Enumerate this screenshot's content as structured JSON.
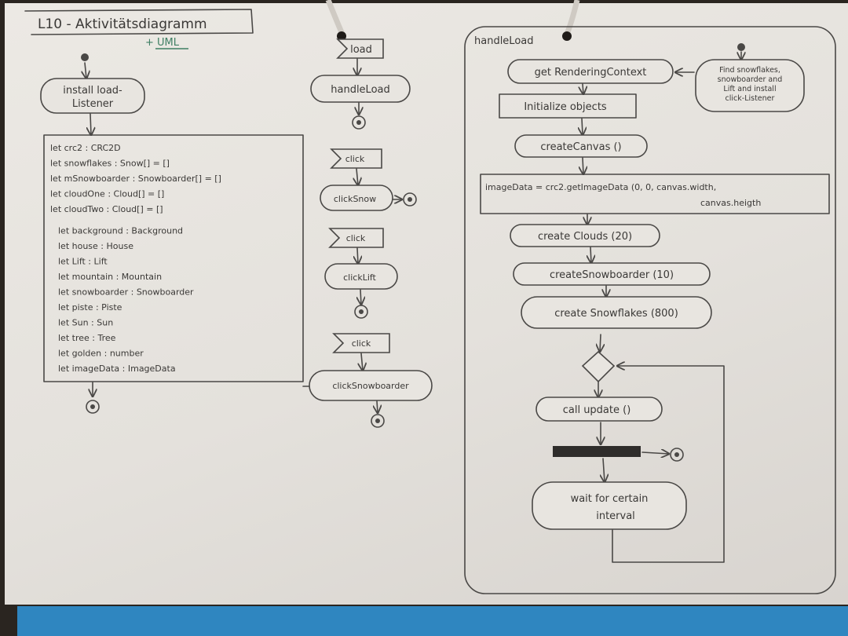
{
  "title": "L10 - Aktivitätsdiagramm",
  "subtitle": "+ UML",
  "left": {
    "install_node": "install load-\nListener",
    "declarations": [
      "let crc2 : CRC2D",
      "let snowflakes : Snow[] = []",
      "let mSnowboarder : Snowboarder[] = []",
      "let cloudOne : Cloud[] = []",
      "let cloudTwo : Cloud[] = []",
      "let background : Background",
      "let house : House",
      "let Lift : Lift",
      "let mountain : Mountain",
      "let snowboarder : Snowboarder",
      "let piste : Piste",
      "let Sun : Sun",
      "let tree : Tree",
      "let golden : number",
      "let imageData : ImageData"
    ]
  },
  "middle": {
    "load_signal": "load",
    "handle_load": "handleLoad",
    "click1_signal": "click",
    "click1_action": "clickSnow",
    "click2_signal": "click",
    "click2_action": "clickLift",
    "click3_signal": "click",
    "click3_action": "clickSnowboarder"
  },
  "right": {
    "frame_label": "handleLoad",
    "get_context": "get RenderingContext",
    "note": "Find snowflakes,\nsnowboarder and\nLift and install\nclick-Listener",
    "init_objects": "Initialize objects",
    "create_canvas": "createCanvas ()",
    "image_data": "imageData = crc2.getImageData (0, 0, canvas.width,",
    "image_data_2": "canvas.heigth",
    "create_clouds": "create Clouds (20)",
    "create_snowboarder": "createSnowboarder (10)",
    "create_snowflakes": "create Snowflakes (800)",
    "call_update": "call update ()",
    "wait": "wait for certain\ninterval"
  }
}
